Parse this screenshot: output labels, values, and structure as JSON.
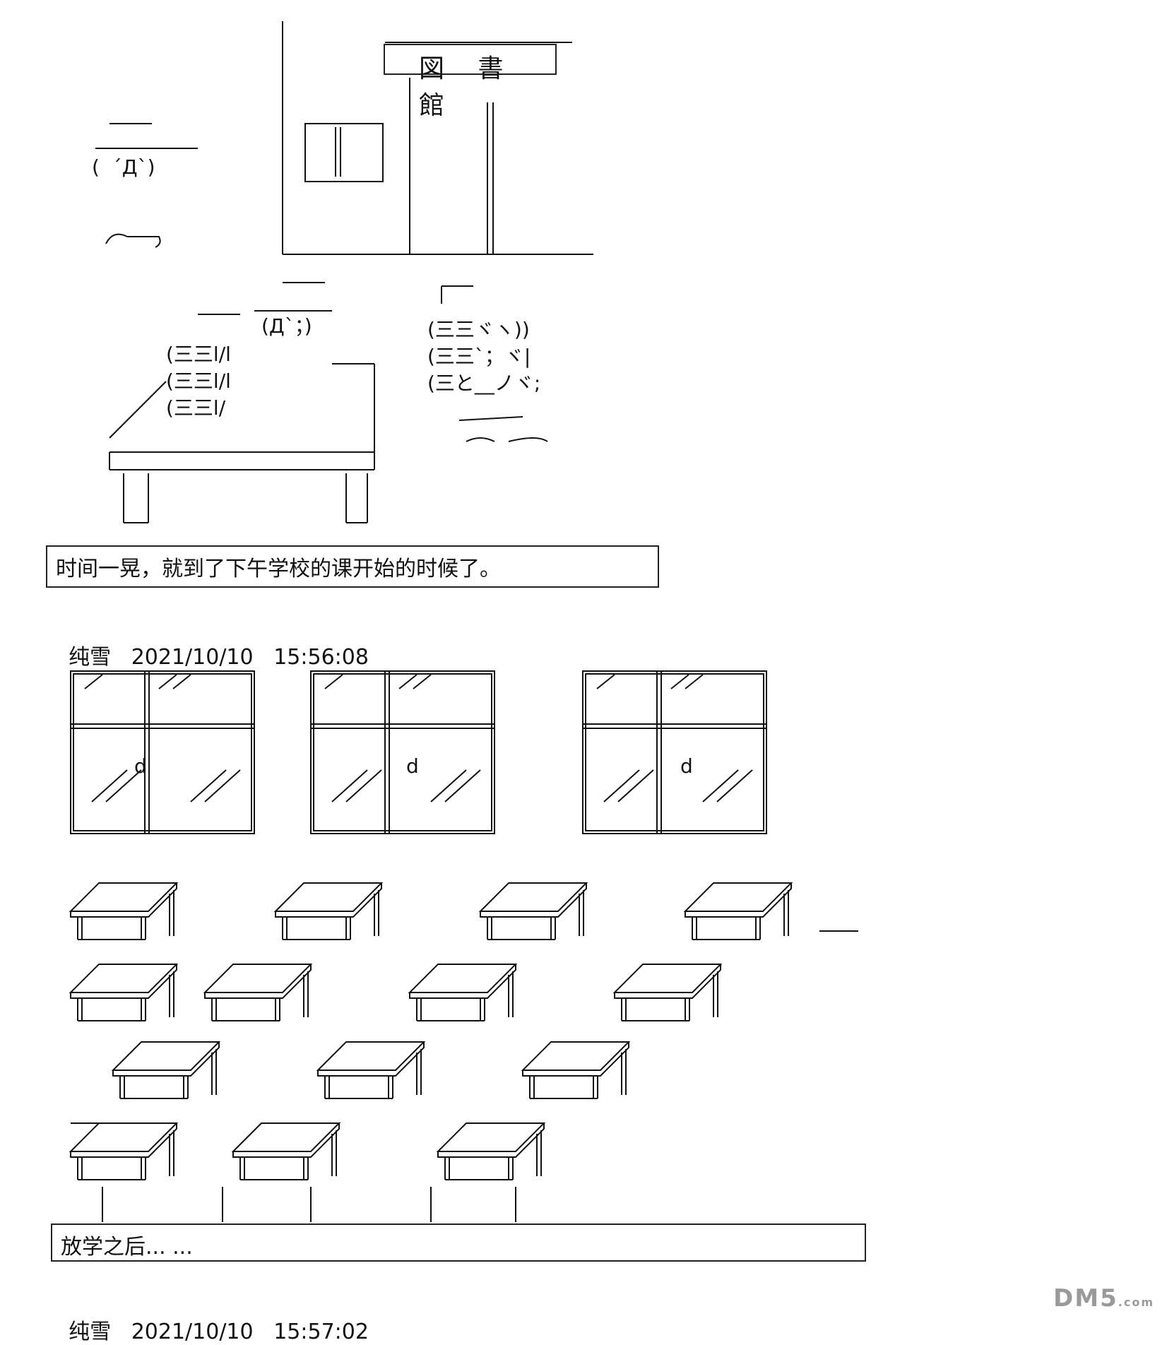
{
  "sign": {
    "label": "図 書 館"
  },
  "panel1": {
    "caption": "时间一晃，就到了下午学校的课开始的时候了。"
  },
  "post1": {
    "author": "纯雪",
    "datetime": "2021/10/10   15:56:08"
  },
  "panel2": {
    "caption": "放学之后...   ..."
  },
  "post2": {
    "author": "纯雪",
    "datetime": "2021/10/10   15:57:02"
  },
  "art": {
    "face_left": "(  ´Д`)",
    "face_middle": "(Д`；)",
    "book_stack": [
      "(三三l/l",
      "(三三l/l",
      "(三三l/"
    ],
    "book_stack_right": [
      "(三三ヾヽ))",
      "(三三`；ヾ|",
      "(三と__ノヾ;"
    ],
    "window_latch": "d"
  },
  "watermark": {
    "brand": "DM5",
    "suffix": ".com"
  }
}
